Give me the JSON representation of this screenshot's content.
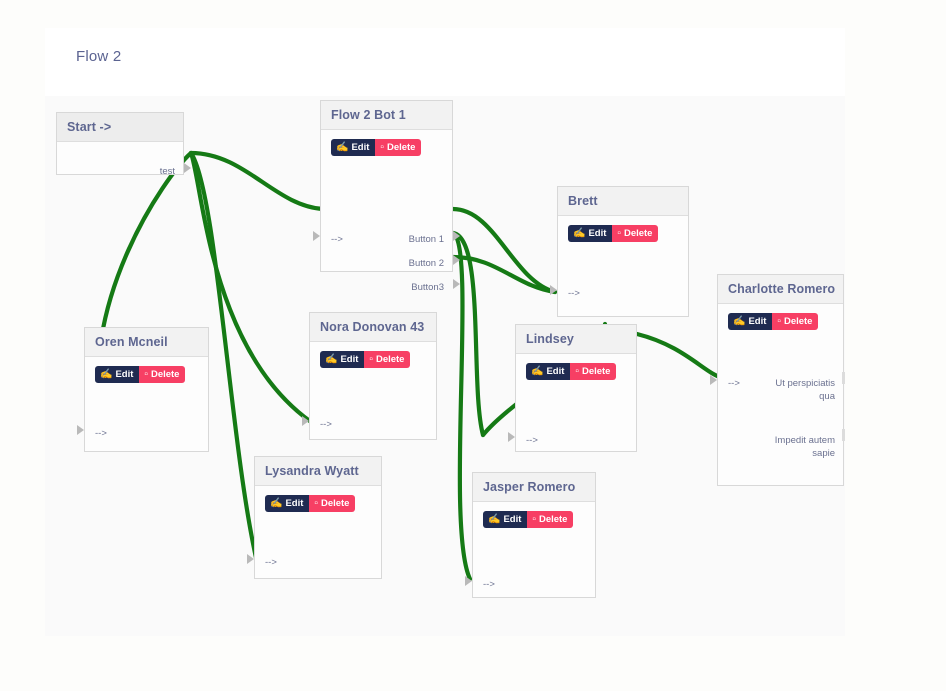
{
  "header": {
    "title": "Flow 2"
  },
  "accent": {
    "edit_bg": "#1f2b51",
    "delete_bg": "#f73f64",
    "edge": "#157a15",
    "title_text": "#5e6690"
  },
  "buttons": {
    "edit_label": "Edit",
    "delete_label": "Delete",
    "edit_icon": "pencil-square-icon",
    "delete_icon": "trash-icon"
  },
  "nodes": [
    {
      "id": "start",
      "title": "Start ->",
      "has_actions": false,
      "in_port": null,
      "out_ports": [
        "test"
      ]
    },
    {
      "id": "flow2bot1",
      "title": "Flow 2 Bot 1",
      "has_actions": true,
      "in_port": "-->",
      "out_ports": [
        "Button 1",
        "Button 2",
        "Button3"
      ]
    },
    {
      "id": "oren",
      "title": "Oren Mcneil",
      "has_actions": true,
      "in_port": "-->",
      "out_ports": []
    },
    {
      "id": "nora",
      "title": "Nora Donovan 43",
      "has_actions": true,
      "in_port": "-->",
      "out_ports": []
    },
    {
      "id": "lysandra",
      "title": "Lysandra Wyatt",
      "has_actions": true,
      "in_port": "-->",
      "out_ports": []
    },
    {
      "id": "brett",
      "title": "Brett",
      "has_actions": true,
      "in_port": "-->",
      "out_ports": []
    },
    {
      "id": "lindsey",
      "title": "Lindsey",
      "has_actions": true,
      "in_port": "-->",
      "out_ports": []
    },
    {
      "id": "jasper",
      "title": "Jasper Romero",
      "has_actions": true,
      "in_port": "-->",
      "out_ports": []
    },
    {
      "id": "charlotte",
      "title": "Charlotte Romero",
      "has_actions": true,
      "in_port": "-->",
      "out_ports": [
        "Ut perspiciatis qua",
        "Impedit autem sapie"
      ]
    }
  ],
  "node_titles": {
    "start": "Start ->",
    "flow2bot1": "Flow 2 Bot 1",
    "oren": "Oren Mcneil",
    "nora": "Nora Donovan 43",
    "lysandra": "Lysandra Wyatt",
    "brett": "Brett",
    "lindsey": "Lindsey",
    "jasper": "Jasper Romero",
    "charlotte": "Charlotte Romero"
  },
  "port_labels": {
    "in_arrow": "-->",
    "start_test": "test",
    "button1": "Button 1",
    "button2": "Button 2",
    "button3": "Button3",
    "charlotte_out1": "Ut perspiciatis qua",
    "charlotte_out2": "Impedit autem sapie"
  },
  "edges": [
    {
      "from": "start.test",
      "to": "flow2bot1.in"
    },
    {
      "from": "start.test",
      "to": "oren.in"
    },
    {
      "from": "start.test",
      "to": "nora.in"
    },
    {
      "from": "start.test",
      "to": "lysandra.in"
    },
    {
      "from": "flow2bot1.button1",
      "to": "brett.in"
    },
    {
      "from": "flow2bot1.button2",
      "to": "jasper.in"
    },
    {
      "from": "flow2bot1.button3",
      "to": "brett.in"
    },
    {
      "from": "flow2bot1.button2",
      "to": "lindsey.in"
    },
    {
      "from": "brett.out",
      "to": "lindsey.in"
    },
    {
      "from": "lindsey.out",
      "to": "charlotte.in"
    }
  ]
}
